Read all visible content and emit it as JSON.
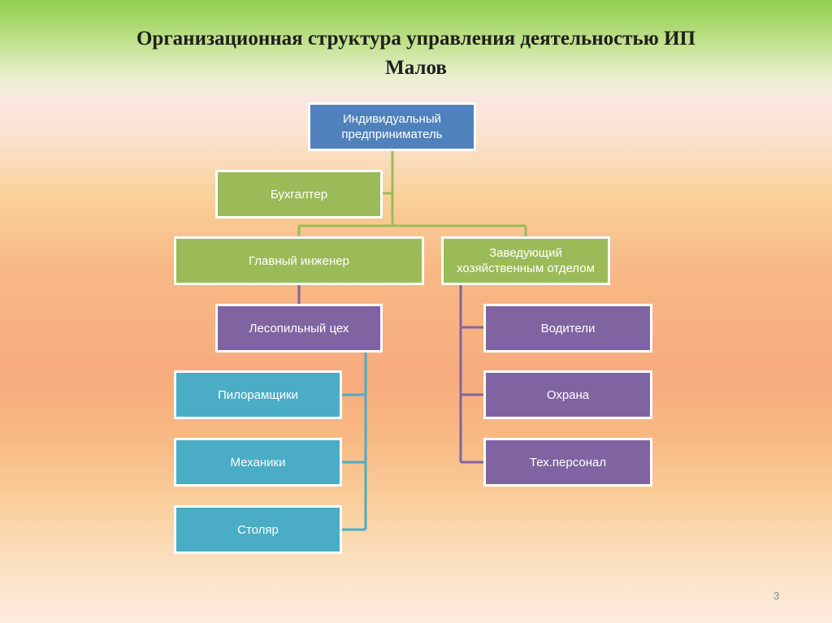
{
  "title": {
    "line1": "Организационная структура управления деятельностью ИП",
    "line2": "Малов"
  },
  "nodes": {
    "owner": "Индивидуальный предприниматель",
    "accountant": "Бухгалтер",
    "chief_engineer": "Главный инженер",
    "household_head": "Заведующий хозяйственным отделом",
    "sawmill": "Лесопильный цех",
    "sawyers": "Пилорамщики",
    "mechanics": "Механики",
    "carpenter": "Столяр",
    "drivers": "Водители",
    "security": "Охрана",
    "tech_staff": "Тех.персонал"
  },
  "colors": {
    "blue": "#4f81bd",
    "green": "#9bbb59",
    "purple": "#8064a2",
    "teal": "#4bacc6"
  },
  "page_number": "3"
}
